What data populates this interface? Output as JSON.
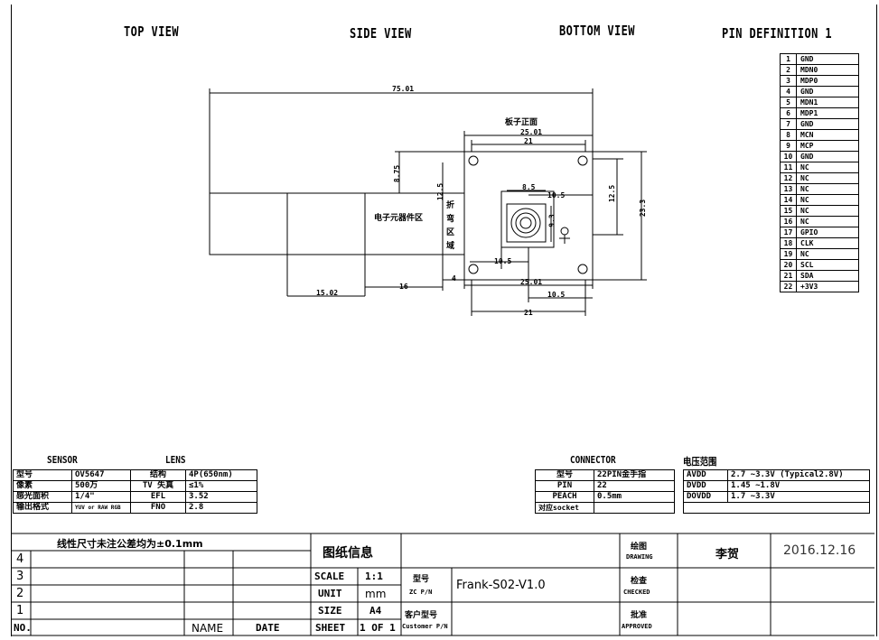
{
  "headers": {
    "top_view": "TOP VIEW",
    "side_view": "SIDE VIEW",
    "bottom_view": "BOTTOM VIEW",
    "pin_definition": "PIN DEFINITION 1"
  },
  "pins": [
    {
      "no": "1",
      "name": "GND"
    },
    {
      "no": "2",
      "name": "MDN0"
    },
    {
      "no": "3",
      "name": "MDP0"
    },
    {
      "no": "4",
      "name": "GND"
    },
    {
      "no": "5",
      "name": "MDN1"
    },
    {
      "no": "6",
      "name": "MDP1"
    },
    {
      "no": "7",
      "name": "GND"
    },
    {
      "no": "8",
      "name": "MCN"
    },
    {
      "no": "9",
      "name": "MCP"
    },
    {
      "no": "10",
      "name": "GND"
    },
    {
      "no": "11",
      "name": "NC"
    },
    {
      "no": "12",
      "name": "NC"
    },
    {
      "no": "13",
      "name": "NC"
    },
    {
      "no": "14",
      "name": "NC"
    },
    {
      "no": "15",
      "name": "NC"
    },
    {
      "no": "16",
      "name": "NC"
    },
    {
      "no": "17",
      "name": "GPIO"
    },
    {
      "no": "18",
      "name": "CLK"
    },
    {
      "no": "19",
      "name": "NC"
    },
    {
      "no": "20",
      "name": "SCL"
    },
    {
      "no": "21",
      "name": "SDA"
    },
    {
      "no": "22",
      "name": "+3V3"
    }
  ],
  "drawing": {
    "dim_overall": "75.01",
    "dim_board_top": "25.01",
    "dim_board_inner_top": "21",
    "dim_8_75": "8.75",
    "dim_12_5_left": "12.5",
    "dim_12_5_right": "12.5",
    "dim_23_3": "23.3",
    "dim_8_5": "8.5",
    "dim_10_5_top": "10.5",
    "dim_9_3": "9.3",
    "dim_10_5_mid": "10.5",
    "dim_4": "4",
    "dim_15_02": "15.02",
    "dim_16": "16",
    "dim_board_bottom": "25.01",
    "dim_10_5_bottom": "10.5",
    "dim_21_bottom": "21",
    "label_board_front": "板子正面",
    "label_component_area": "电子元器件区",
    "label_bend": [
      "折",
      "弯",
      "区",
      "域"
    ]
  },
  "sensor": {
    "title": "SENSOR",
    "lens_title": "LENS",
    "rows": [
      {
        "k1": "型号",
        "v1": "OV5647",
        "k2": "结构",
        "v2": "4P(650nm)"
      },
      {
        "k1": "像素",
        "v1": "500万",
        "k2": "TV 失真",
        "v2": "≤1%"
      },
      {
        "k1": "感光面积",
        "v1": "1/4\"",
        "k2": "EFL",
        "v2": "3.52"
      },
      {
        "k1": "输出格式",
        "v1": "YUV or RAW RGB",
        "k2": "FNO",
        "v2": "2.8"
      }
    ]
  },
  "connector": {
    "title": "CONNECTOR",
    "rows": [
      {
        "k": "型号",
        "v": "22PIN金手指"
      },
      {
        "k": "PIN",
        "v": "22"
      },
      {
        "k": "PEACH",
        "v": "0.5mm"
      },
      {
        "k": "对应socket",
        "v": ""
      }
    ]
  },
  "voltage": {
    "title": "电压范围",
    "rows": [
      {
        "k": "AVDD",
        "v": "2.7 ~3.3V (Typical2.8V)"
      },
      {
        "k": "DVDD",
        "v": "1.45 ~1.8V"
      },
      {
        "k": "DOVDD",
        "v": "1.7 ~3.3V"
      }
    ]
  },
  "title_block": {
    "tolerance": "线性尺寸未注公差均为±0.1mm",
    "revs": [
      "4",
      "3",
      "2",
      "1"
    ],
    "no": "NO.",
    "name": "NAME",
    "date": "DATE",
    "drawing_info": "图纸信息",
    "scale_label": "SCALE",
    "scale_value": "1:1",
    "unit_label": "UNIT",
    "unit_value": "mm",
    "size_label": "SIZE",
    "size_value": "A4",
    "sheet_label": "SHEET",
    "sheet_value": "1 OF 1",
    "model_label": "型号",
    "model_sub": "ZC P/N",
    "model_value": "Frank-S02-V1.0",
    "customer_label": "客户型号",
    "customer_sub": "Customer P/N",
    "drawing_label": "绘图",
    "drawing_sub": "DRAWING",
    "drawer": "李贺",
    "drawing_date": "2016.12.16",
    "checked_label": "检查",
    "checked_sub": "CHECKED",
    "approved_label": "批准",
    "approved_sub": "APPROVED"
  }
}
